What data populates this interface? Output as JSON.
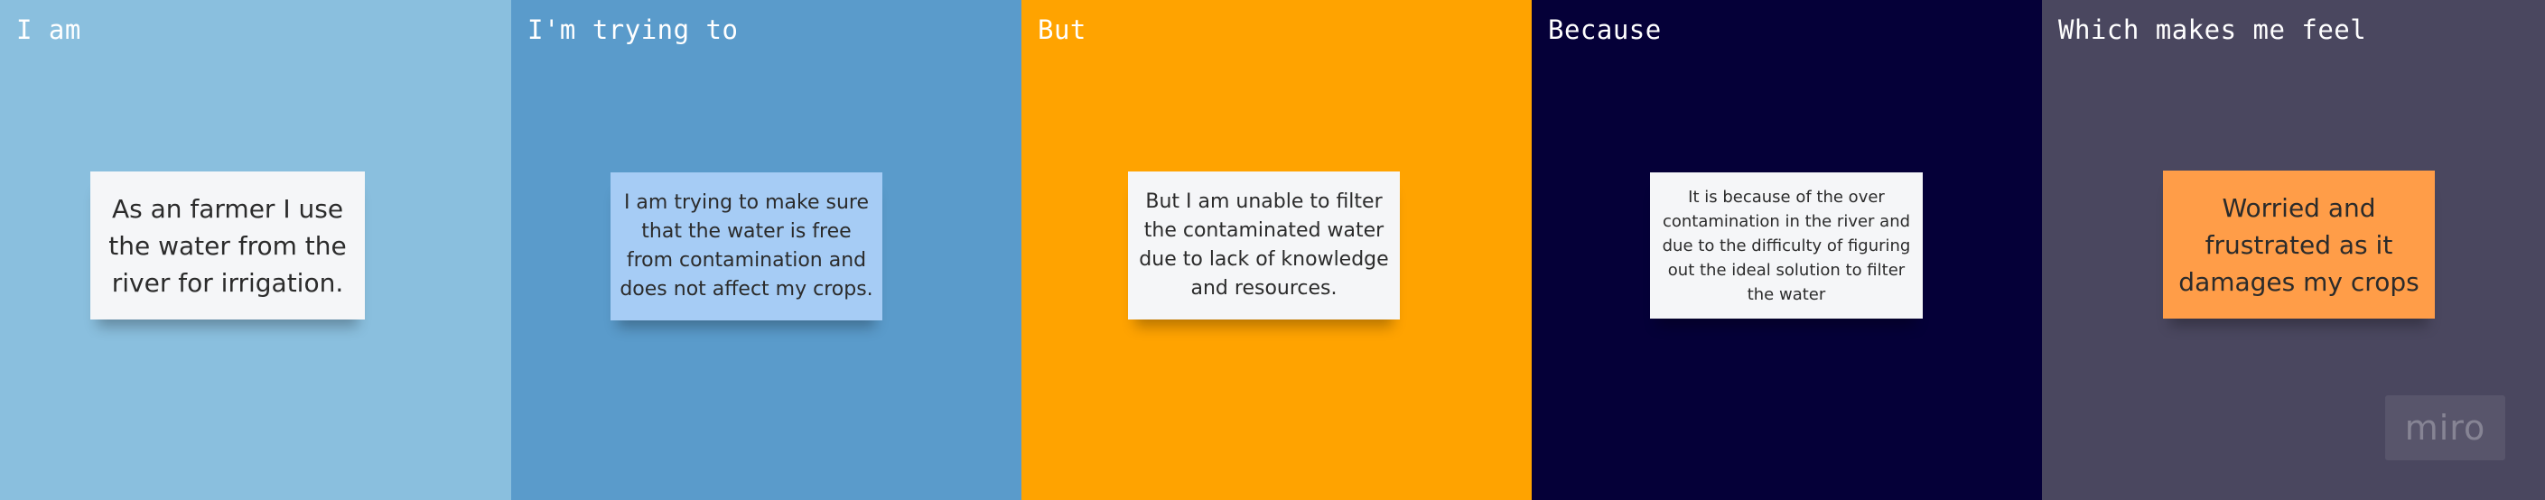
{
  "columns": [
    {
      "title": "I am",
      "note": "As an farmer I use the water from the river for irrigation.",
      "note_color": "#f5f6f8"
    },
    {
      "title": "I'm trying to",
      "note": "I am trying to make sure that the water is free from contamination and does not affect my crops.",
      "note_color": "#a6ccf5"
    },
    {
      "title": "But",
      "note": "But I am unable to filter the contaminated water due to lack of knowledge and resources.",
      "note_color": "#f5f6f8"
    },
    {
      "title": "Because",
      "note": "It is because of the over contamination in the river and due to the difficulty of figuring out the ideal solution to filter the water",
      "note_color": "#f5f6f8"
    },
    {
      "title": "Which makes me feel",
      "note": "Worried and frustrated as it damages my crops",
      "note_color": "#ff9d48"
    }
  ],
  "column_colors": [
    "#8abfde",
    "#5a9bcb",
    "#ffa300",
    "#050038",
    "#4a475f"
  ],
  "watermark": "miro"
}
